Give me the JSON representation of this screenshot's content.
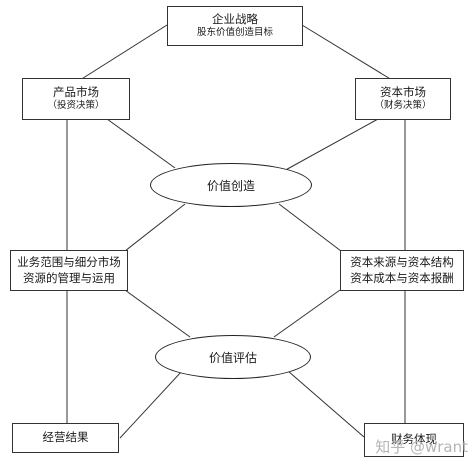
{
  "top": {
    "title": "企业战略",
    "subtitle": "股东价值创造目标"
  },
  "product_market": {
    "title": "产品市场",
    "subtitle": "（投资决策）"
  },
  "capital_market": {
    "title": "资本市场",
    "subtitle": "（财务决策）"
  },
  "value_creation": {
    "label": "价值创造"
  },
  "business_scope": {
    "line1": "业务范围与细分市场",
    "line2": "资源的管理与运用"
  },
  "capital_source": {
    "line1": "资本来源与资本结构",
    "line2": "资本成本与资本报酬"
  },
  "value_assessment": {
    "label": "价值评估"
  },
  "operating_results": {
    "label": "经营结果"
  },
  "financial_report": {
    "label": "财务体现"
  },
  "watermark": {
    "text": "知乎 @wrant"
  }
}
